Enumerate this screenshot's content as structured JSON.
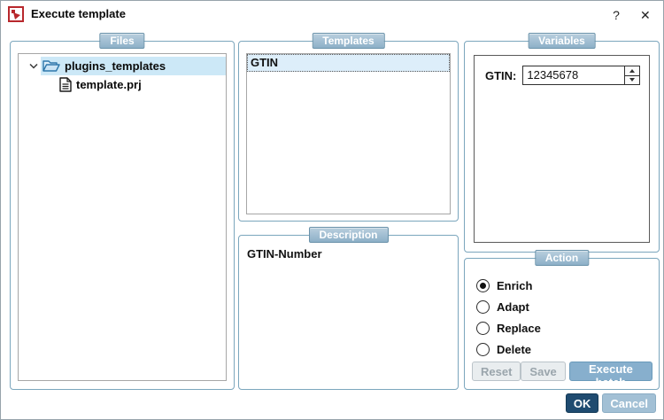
{
  "window": {
    "title": "Execute template",
    "help_label": "?",
    "close_label": "✕"
  },
  "files": {
    "group_label": "Files",
    "tree": [
      {
        "label": "plugins_templates",
        "type": "folder",
        "expanded": true,
        "selected": true
      },
      {
        "label": "template.prj",
        "type": "file",
        "selected": false
      }
    ]
  },
  "templates": {
    "group_label": "Templates",
    "items": [
      {
        "label": "GTIN",
        "selected": true
      }
    ]
  },
  "variables": {
    "group_label": "Variables",
    "fields": [
      {
        "label": "GTIN:",
        "value": "12345678"
      }
    ]
  },
  "description": {
    "group_label": "Description",
    "text": "GTIN-Number"
  },
  "action": {
    "group_label": "Action",
    "options": [
      {
        "label": "Enrich",
        "selected": true
      },
      {
        "label": "Adapt",
        "selected": false
      },
      {
        "label": "Replace",
        "selected": false
      },
      {
        "label": "Delete",
        "selected": false
      }
    ],
    "buttons": {
      "reset": "Reset",
      "save": "Save",
      "execute_batch": "Execute batch"
    }
  },
  "footer": {
    "ok": "OK",
    "cancel": "Cancel"
  },
  "colors": {
    "group_border": "#7ba6bd",
    "group_label_bg": "#9db9cd",
    "tree_selection_bg": "#cce8f7",
    "list_selection_bg": "#ddeefa",
    "execute_button_bg": "#87afcd",
    "ok_button_bg": "#1f4b70",
    "cancel_button_bg": "#a2c0d5",
    "app_icon_red": "#b8282c"
  }
}
